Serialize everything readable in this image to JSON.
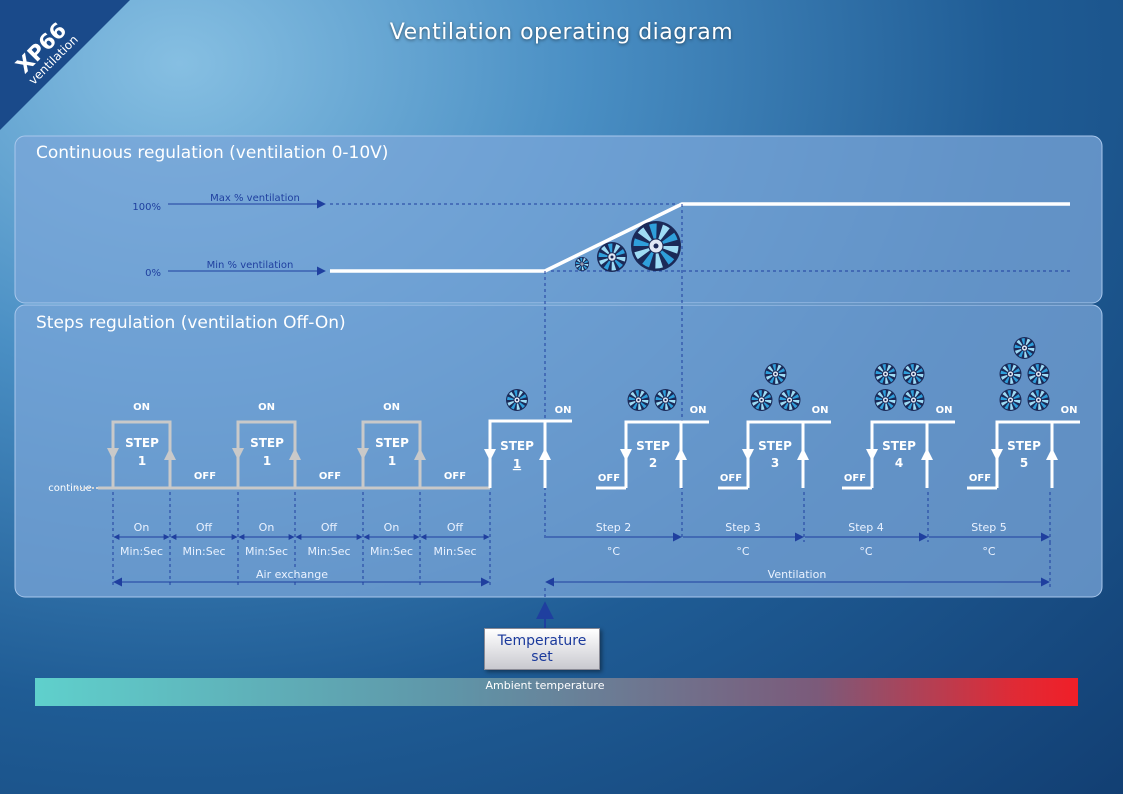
{
  "title": "Ventilation operating diagram",
  "logo": {
    "main": "XP66",
    "sub": "ventilation"
  },
  "continuous": {
    "title": "Continuous regulation (ventilation 0-10V)",
    "pct_max": "100%",
    "pct_min": "0%",
    "max_label": "Max % ventilation",
    "min_label": "Min % ventilation"
  },
  "steps": {
    "title": "Steps regulation (ventilation Off-On)",
    "continue_label": "continue",
    "on": "ON",
    "off": "OFF",
    "step_word": "STEP",
    "air_cycle_steps": [
      "1",
      "1",
      "1"
    ],
    "active_step": "1",
    "stages": [
      "2",
      "3",
      "4",
      "5"
    ],
    "timing": [
      {
        "a": "On",
        "b": "Min:Sec"
      },
      {
        "a": "Off",
        "b": "Min:Sec"
      },
      {
        "a": "On",
        "b": "Min:Sec"
      },
      {
        "a": "Off",
        "b": "Min:Sec"
      },
      {
        "a": "On",
        "b": "Min:Sec"
      },
      {
        "a": "Off",
        "b": "Min:Sec"
      }
    ],
    "temps": [
      {
        "a": "Step 2",
        "b": "°C"
      },
      {
        "a": "Step 3",
        "b": "°C"
      },
      {
        "a": "Step 4",
        "b": "°C"
      },
      {
        "a": "Step 5",
        "b": "°C"
      }
    ],
    "air_exchange": "Air exchange",
    "ventilation": "Ventilation"
  },
  "temperature_set": "Temperature set",
  "ambient_label": "Ambient temperature",
  "colors": {
    "dim_line": "#1f3f9f",
    "fan_blue": "#2f9fdb",
    "panel": "#7aa6d8"
  }
}
